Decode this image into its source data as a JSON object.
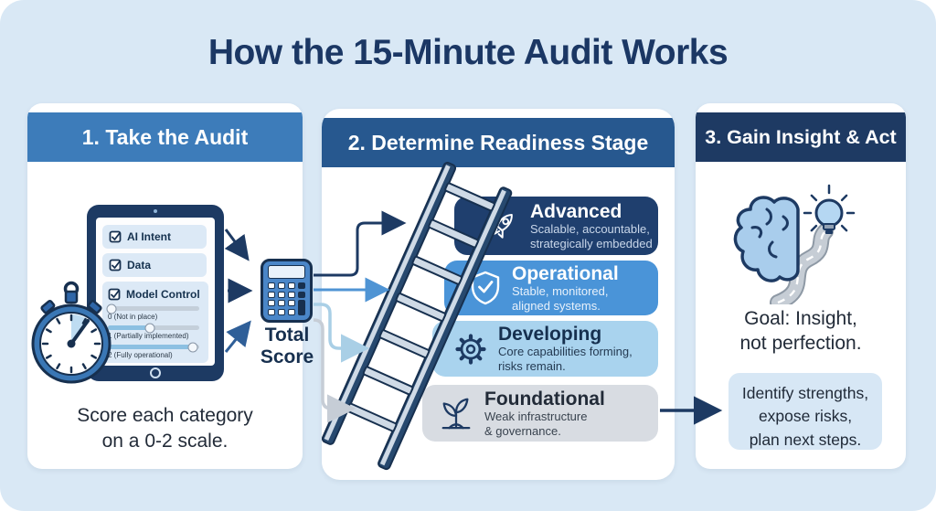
{
  "title": "How the 15-Minute Audit Works",
  "colors": {
    "background": "#d9e8f5",
    "title_navy": "#1b3764",
    "panel1_header_bg": "#3d7cba",
    "panel2_header_bg": "#27588f",
    "panel3_header_bg": "#1e3a63",
    "stage_advanced_bg": "#1f3f6e",
    "stage_operational_bg": "#4a94d8",
    "stage_developing_bg": "#a9d3ee",
    "stage_foundational_bg": "#d8dce2",
    "arrow_navy": "#1d3a63",
    "arrow_blue": "#4f94d4",
    "arrow_lightblue": "#a9cfe6",
    "arrow_gray": "#c6cdd6"
  },
  "panel1": {
    "header": "1. Take the Audit",
    "checklist": [
      {
        "label": "AI Intent"
      },
      {
        "label": "Data"
      },
      {
        "label": "Model Control"
      }
    ],
    "sliders": [
      {
        "label": "0 (Not in place)",
        "value_pct": 3
      },
      {
        "label": "1 (Partially implemented)",
        "value_pct": 46
      },
      {
        "label": "2 (Fully operational)",
        "value_pct": 93
      }
    ],
    "caption": [
      "Score each category",
      "on a 0-2 scale."
    ],
    "total_score": [
      "Total",
      "Score"
    ]
  },
  "panel2": {
    "header": "2. Determine Readiness Stage",
    "stages": [
      {
        "name": "Advanced",
        "icon": "rocket-icon",
        "desc": [
          "Scalable, accountable,",
          "strategically embedded"
        ]
      },
      {
        "name": "Operational",
        "icon": "shield-check-icon",
        "desc": [
          "Stable, monitored,",
          "aligned systems."
        ]
      },
      {
        "name": "Developing",
        "icon": "gear-icon",
        "desc": [
          "Core capabilities forming,",
          "risks remain."
        ]
      },
      {
        "name": "Foundational",
        "icon": "sprout-icon",
        "desc": [
          "Weak infrastructure",
          "& governance."
        ]
      }
    ]
  },
  "panel3": {
    "header": "3. Gain Insight & Act",
    "goal": [
      "Goal: Insight,",
      "not perfection."
    ],
    "action": [
      "Identify strengths,",
      "expose risks,",
      "plan next steps."
    ]
  }
}
